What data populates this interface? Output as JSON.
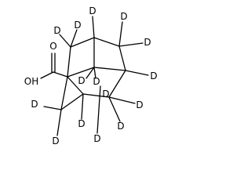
{
  "structure": {
    "labels": [
      {
        "text": "OH"
      },
      {
        "text": "O"
      },
      {
        "text": "D"
      },
      {
        "text": "D"
      },
      {
        "text": "D"
      },
      {
        "text": "D"
      },
      {
        "text": "D"
      },
      {
        "text": "D"
      },
      {
        "text": "D"
      },
      {
        "text": "D"
      },
      {
        "text": "D"
      },
      {
        "text": "D"
      },
      {
        "text": "D"
      },
      {
        "text": "D"
      },
      {
        "text": "D"
      },
      {
        "text": "D"
      },
      {
        "text": "D"
      }
    ]
  }
}
